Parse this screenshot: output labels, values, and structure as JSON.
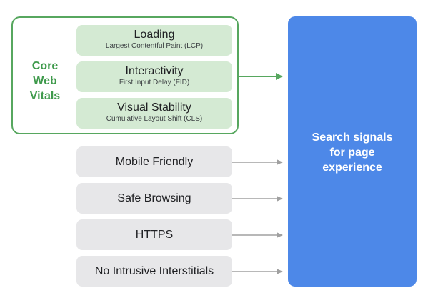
{
  "core_web_vitals": {
    "label_lines": [
      "Core",
      "Web",
      "Vitals"
    ],
    "color": "#3f9a4c",
    "metrics": [
      {
        "name": "Loading",
        "detail": "Largest Contentful Paint (LCP)"
      },
      {
        "name": "Interactivity",
        "detail": "First Input Delay (FID)"
      },
      {
        "name": "Visual Stability",
        "detail": "Cumulative Layout Shift (CLS)"
      }
    ]
  },
  "signals": [
    {
      "label": "Mobile Friendly"
    },
    {
      "label": "Safe Browsing"
    },
    {
      "label": "HTTPS"
    },
    {
      "label": "No Intrusive Interstitials"
    }
  ],
  "target": {
    "label_lines": [
      "Search signals",
      "for page",
      "experience"
    ],
    "color": "#4d88e8"
  },
  "colors": {
    "cwv_arrow": "#57a75f",
    "signal_arrow": "#a0a0a0",
    "metric_fill": "#d4ead3",
    "signal_fill": "#e7e7e9"
  }
}
